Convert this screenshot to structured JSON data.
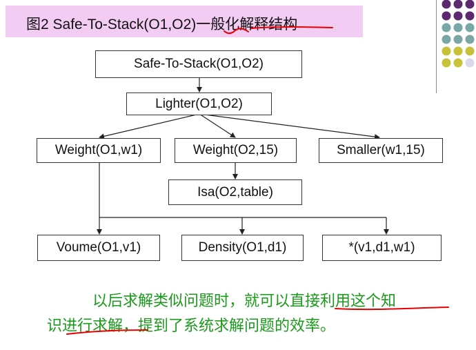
{
  "title": {
    "prefix": "图2",
    "main": "Safe-To-Stack(O1,O2)",
    "suffix": "一般化解释结构"
  },
  "nodes": {
    "root": "Safe-To-Stack(O1,O2)",
    "lighter": "Lighter(O1,O2)",
    "weight1": "Weight(O1,w1)",
    "weight2": "Weight(O2,15)",
    "smaller": "Smaller(w1,15)",
    "isa": "Isa(O2,table)",
    "volume": "Voume(O1,v1)",
    "density": "Density(O1,d1)",
    "product": "*(v1,d1,w1)"
  },
  "caption": {
    "line1": "以后求解类似问题时，就可以直接利用这个知",
    "line2": "识进行求解，提到了系统求解问题的效率。"
  },
  "colors": {
    "title_band": "#f2ccf2",
    "caption_text": "#1a9a1a",
    "annotation": "#e60000",
    "dot_purple": "#5b2a6e",
    "dot_teal": "#7aa6a3",
    "dot_olive": "#c8c23a",
    "dot_light": "#d9d9e8"
  }
}
